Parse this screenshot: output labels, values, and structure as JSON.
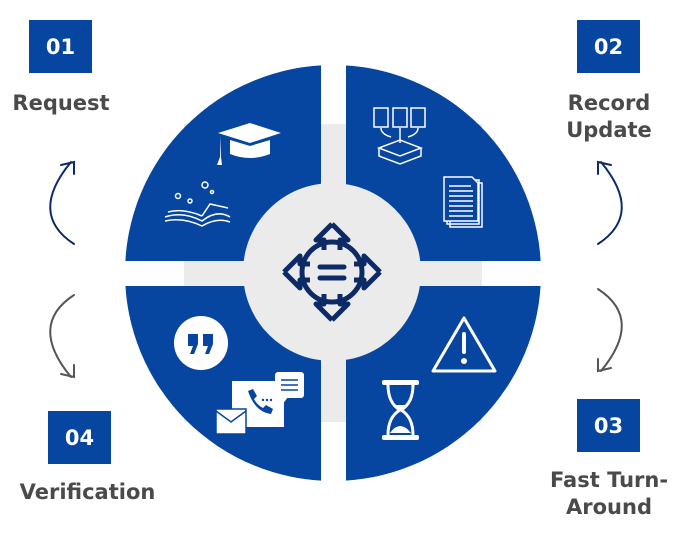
{
  "colors": {
    "brand_blue": "#0645A0",
    "navy": "#0B2A66",
    "gray": "#EBEBEB",
    "text": "#4A4A4A"
  },
  "center_icon": "arrows-out-equals-icon",
  "steps": [
    {
      "number": "01",
      "label": "Request",
      "icons": [
        "graduation-cap-icon",
        "open-book-icon"
      ]
    },
    {
      "number": "02",
      "label_lines": [
        "Record",
        "Update"
      ],
      "icons": [
        "documents-merge-icon",
        "document-stack-icon"
      ]
    },
    {
      "number": "03",
      "label_lines": [
        "Fast Turn-",
        "Around"
      ],
      "icons": [
        "warning-icon",
        "hourglass-icon"
      ]
    },
    {
      "number": "04",
      "label": "Verification",
      "icons": [
        "quote-icon",
        "contact-icon"
      ]
    }
  ]
}
